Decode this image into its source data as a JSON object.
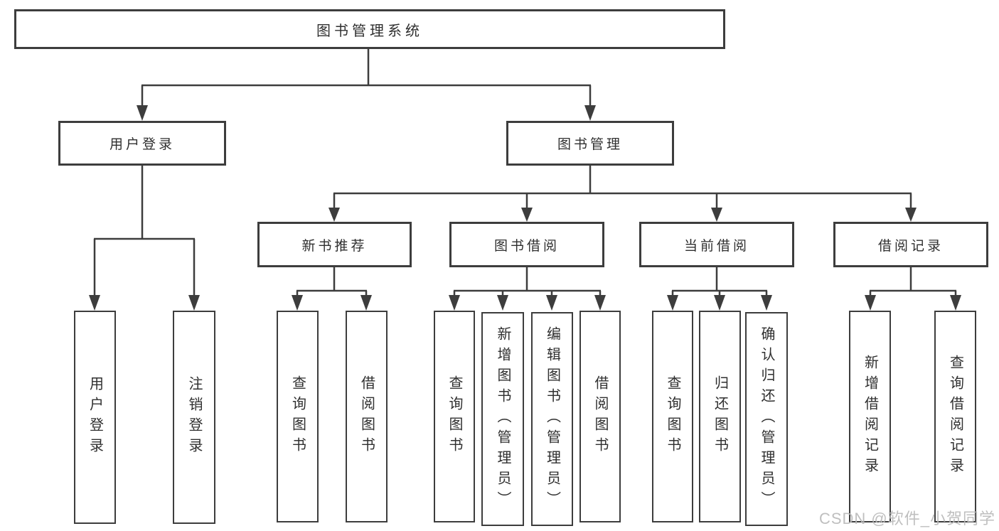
{
  "diagram": {
    "root": {
      "label": "图书管理系统"
    },
    "branches": [
      {
        "label": "用户登录",
        "children": [
          {
            "label": "用户登录"
          },
          {
            "label": "注销登录"
          }
        ]
      },
      {
        "label": "图书管理",
        "groups": [
          {
            "label": "新书推荐",
            "children": [
              {
                "label": "查询图书"
              },
              {
                "label": "借阅图书"
              }
            ]
          },
          {
            "label": "图书借阅",
            "children": [
              {
                "label": "查询图书"
              },
              {
                "label": "新增图书（管理员）"
              },
              {
                "label": "编辑图书（管理员）"
              },
              {
                "label": "借阅图书"
              }
            ]
          },
          {
            "label": "当前借阅",
            "children": [
              {
                "label": "查询图书"
              },
              {
                "label": "归还图书"
              },
              {
                "label": "确认归还（管理员）"
              }
            ]
          },
          {
            "label": "借阅记录",
            "children": [
              {
                "label": "新增借阅记录"
              },
              {
                "label": "查询借阅记录"
              }
            ]
          }
        ]
      }
    ]
  },
  "watermark": {
    "text": "CSDN @软件_小贺同学",
    "color": "#bababa"
  },
  "colors": {
    "background": "#ffffff",
    "line": "#3d3d3d",
    "box_border": "#3d3d3d",
    "text": "#2f2f2f"
  }
}
